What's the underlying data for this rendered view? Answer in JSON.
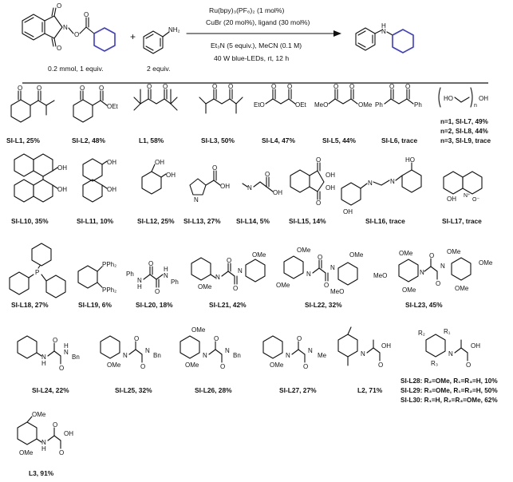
{
  "reaction": {
    "reagent_left_amount": "0.2 mmol, 1 equiv.",
    "reagent_right_amount": "2 equiv.",
    "conditions": [
      "Ru(bpy)₃(PF₆)₂ (1 mol%)",
      "CuBr (20 mol%), ligand (30 mol%)",
      "Et₃N (5 equiv.), MeCN (0.1 M)",
      "40 W blue-LEDs, rt, 12 h"
    ]
  },
  "ligands": [
    {
      "id": "SI-L1",
      "label": "SI-L1, 25%"
    },
    {
      "id": "SI-L2",
      "label": "SI-L2, 48%"
    },
    {
      "id": "L1",
      "label": "L1, 58%"
    },
    {
      "id": "SI-L3",
      "label": "SI-L3, 50%"
    },
    {
      "id": "SI-L4",
      "label": "SI-L4, 47%"
    },
    {
      "id": "SI-L5",
      "label": "SI-L5, 44%"
    },
    {
      "id": "SI-L6",
      "label": "SI-L6, trace"
    },
    {
      "id": "SI-L7-9",
      "label": ""
    },
    {
      "id": "SI-L10",
      "label": "SI-L10, 35%"
    },
    {
      "id": "SI-L11",
      "label": "SI-L11, 10%"
    },
    {
      "id": "SI-L12",
      "label": "SI-L12, 25%"
    },
    {
      "id": "SI-L13",
      "label": "SI-L13, 27%"
    },
    {
      "id": "SI-L14",
      "label": "SI-L14, 5%"
    },
    {
      "id": "SI-L15",
      "label": "SI-L15, 14%"
    },
    {
      "id": "SI-L16",
      "label": "SI-L16, trace"
    },
    {
      "id": "SI-L17",
      "label": "SI-L17, trace"
    },
    {
      "id": "SI-L18",
      "label": "SI-L18, 27%"
    },
    {
      "id": "SI-L19",
      "label": "SI-L19, 6%"
    },
    {
      "id": "SI-L20",
      "label": "SI-L20, 18%"
    },
    {
      "id": "SI-L21",
      "label": "SI-L21, 42%"
    },
    {
      "id": "SI-L22",
      "label": "SI-L22, 32%"
    },
    {
      "id": "SI-L23",
      "label": "SI-L23, 45%"
    },
    {
      "id": "SI-L24",
      "label": "SI-L24, 22%"
    },
    {
      "id": "SI-L25",
      "label": "SI-L25, 32%"
    },
    {
      "id": "SI-L26",
      "label": "SI-L26, 28%"
    },
    {
      "id": "SI-L27",
      "label": "SI-L27, 27%"
    },
    {
      "id": "L2",
      "label": "L2, 71%"
    },
    {
      "id": "L3",
      "label": "L3, 91%"
    }
  ],
  "diol_series": [
    "n=1, SI-L7, 49%",
    "n=2, SI-L8, 44%",
    "n=3, SI-L9, trace"
  ],
  "l28_30_series": [
    "SI-L28: R₂=OMe, R₁=R₃=H, 10%",
    "SI-L29: R₃=OMe, R₁=R₂=H, 50%",
    "SI-L30: R₁=H, R₂=R₃=OMe, 62%"
  ],
  "atoms": {
    "O": "O",
    "N": "N",
    "H": "H",
    "OH": "OH",
    "HO": "HO",
    "NH2": "NH₂",
    "OMe": "OMe",
    "MeO": "MeO",
    "OEt": "OEt",
    "EtO": "EtO",
    "Ph": "Ph",
    "PPh2": "PPh₂",
    "Bn": "Bn",
    "Me": "Me",
    "P": "P",
    "n": "n",
    "R1": "R₁",
    "R2": "R₂",
    "R3": "R₃",
    "Ominus": "O⁻",
    "Nplus": "N⁺"
  }
}
